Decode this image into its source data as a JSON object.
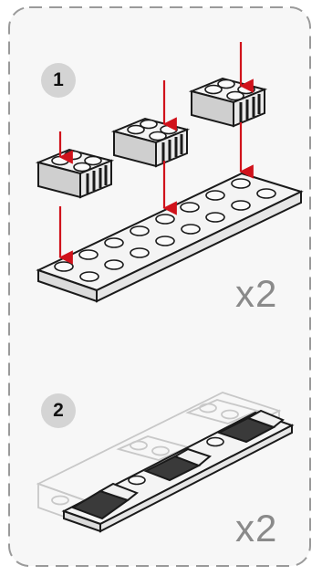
{
  "steps": [
    {
      "number": "1",
      "multiplier": "x2"
    },
    {
      "number": "2",
      "multiplier": "x2"
    }
  ],
  "colors": {
    "panel_background": "#f7f7f7",
    "panel_border": "#9a9a9a",
    "arrow": "#d0121b",
    "brick_fill": "#f1f1f1",
    "brick_outline": "#1a1a1a",
    "badge": "#d4d4d4",
    "multiplier_text": "#8a8a8a"
  }
}
